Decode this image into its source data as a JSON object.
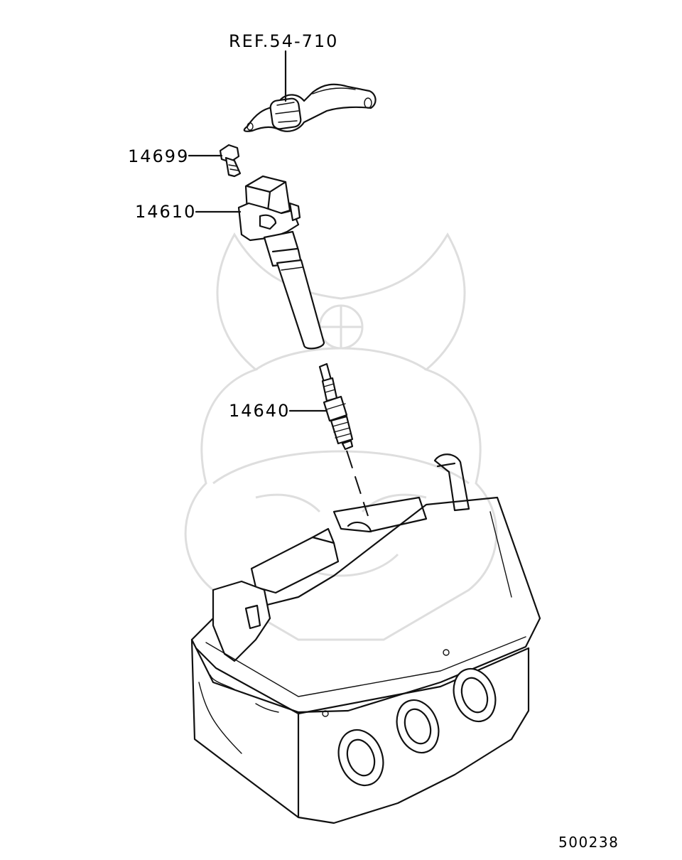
{
  "callouts": {
    "ref": "REF.54-710",
    "bolt": "14699",
    "coil": "14610",
    "plug": "14640"
  },
  "diagram_code": "500238",
  "icons": {
    "watermark": "samurai-helmet-watermark",
    "connector": "harness-connector-icon",
    "bolt": "flange-bolt-icon",
    "coil": "ignition-coil-icon",
    "plug": "spark-plug-icon",
    "head": "cylinder-head-icon"
  }
}
